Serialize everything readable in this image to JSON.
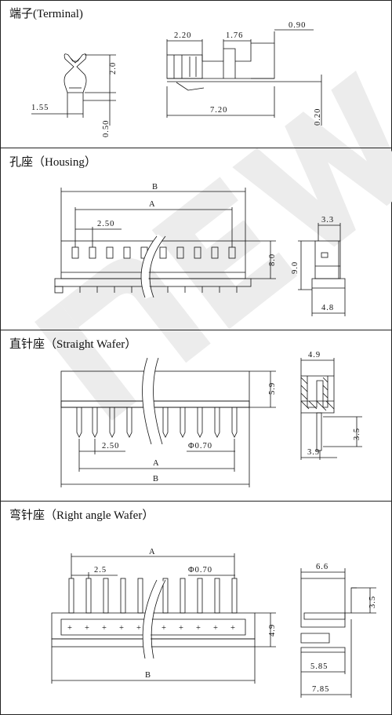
{
  "sections": [
    {
      "title": "端子(Terminal)"
    },
    {
      "title": "孔座（Housing）"
    },
    {
      "title": "直针座（Straight Wafer）"
    },
    {
      "title": "弯针座（Right angle Wafer）"
    }
  ],
  "watermark": {
    "text": "new",
    "color": "#e6e6e6"
  },
  "terminal": {
    "dim_155": "1.55",
    "dim_20": "2.0",
    "dim_050": "0.50",
    "dim_220": "2.20",
    "dim_176": "1.76",
    "dim_090": "0.90",
    "dim_720": "7.20",
    "dim_020": "0.20"
  },
  "housing": {
    "dim_B": "B",
    "dim_A": "A",
    "dim_pitch": "2.50",
    "dim_80": "8.0",
    "dim_33": "3.3",
    "dim_90": "9.0",
    "dim_48": "4.8"
  },
  "straight": {
    "dim_59": "5.9",
    "dim_pitch": "2.50",
    "dim_phi": "Φ0.70",
    "dim_A": "A",
    "dim_B": "B",
    "dim_49": "4.9",
    "dim_35": "3.5",
    "dim_39": "3.9"
  },
  "right_angle": {
    "dim_A": "A",
    "dim_pitch": "2.5",
    "dim_phi": "Φ0.70",
    "dim_49": "4.9",
    "dim_B": "B",
    "dim_66": "6.6",
    "dim_35": "3.5",
    "dim_585": "5.85",
    "dim_785": "7.85"
  }
}
